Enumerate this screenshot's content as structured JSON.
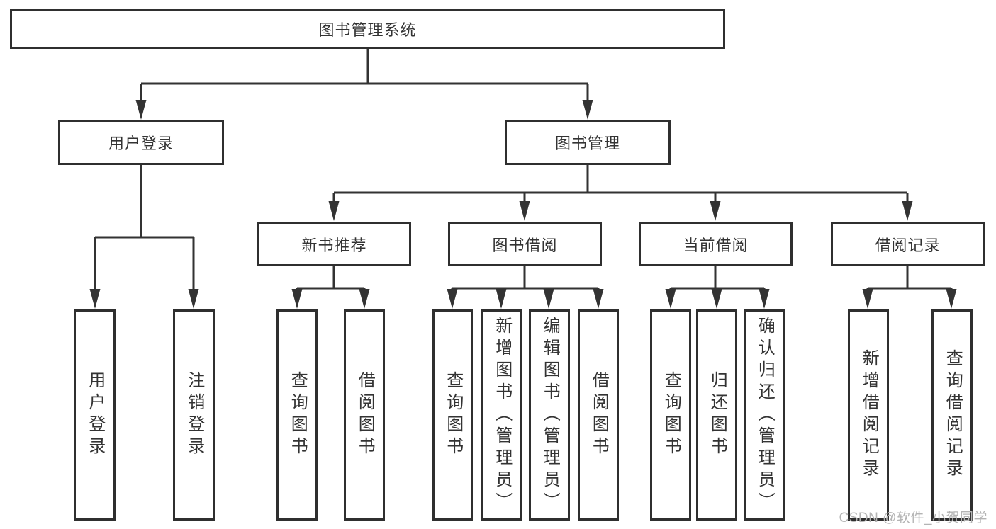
{
  "tree": {
    "label": "图书管理系统",
    "children": [
      {
        "label": "用户登录",
        "children": [
          {
            "label": "用户登录"
          },
          {
            "label": "注销登录"
          }
        ]
      },
      {
        "label": "图书管理",
        "children": [
          {
            "label": "新书推荐",
            "children": [
              {
                "label": "查询图书"
              },
              {
                "label": "借阅图书"
              }
            ]
          },
          {
            "label": "图书借阅",
            "children": [
              {
                "label": "查询图书"
              },
              {
                "label": "新增图书（管理员）"
              },
              {
                "label": "编辑图书（管理员）"
              },
              {
                "label": "借阅图书"
              }
            ]
          },
          {
            "label": "当前借阅",
            "children": [
              {
                "label": "查询图书"
              },
              {
                "label": "归还图书"
              },
              {
                "label": "确认归还（管理员）"
              }
            ]
          },
          {
            "label": "借阅记录",
            "children": [
              {
                "label": "新增借阅记录"
              },
              {
                "label": "查询借阅记录"
              }
            ]
          }
        ]
      }
    ]
  },
  "watermark": {
    "text": "CSDN @软件_小贺同学"
  },
  "colors": {
    "line": "#333333",
    "box_border": "#2f2f2f",
    "box_fill": "#ffffff",
    "text": "#333333",
    "watermark": "#b4b4b4",
    "background": "#ffffff"
  }
}
